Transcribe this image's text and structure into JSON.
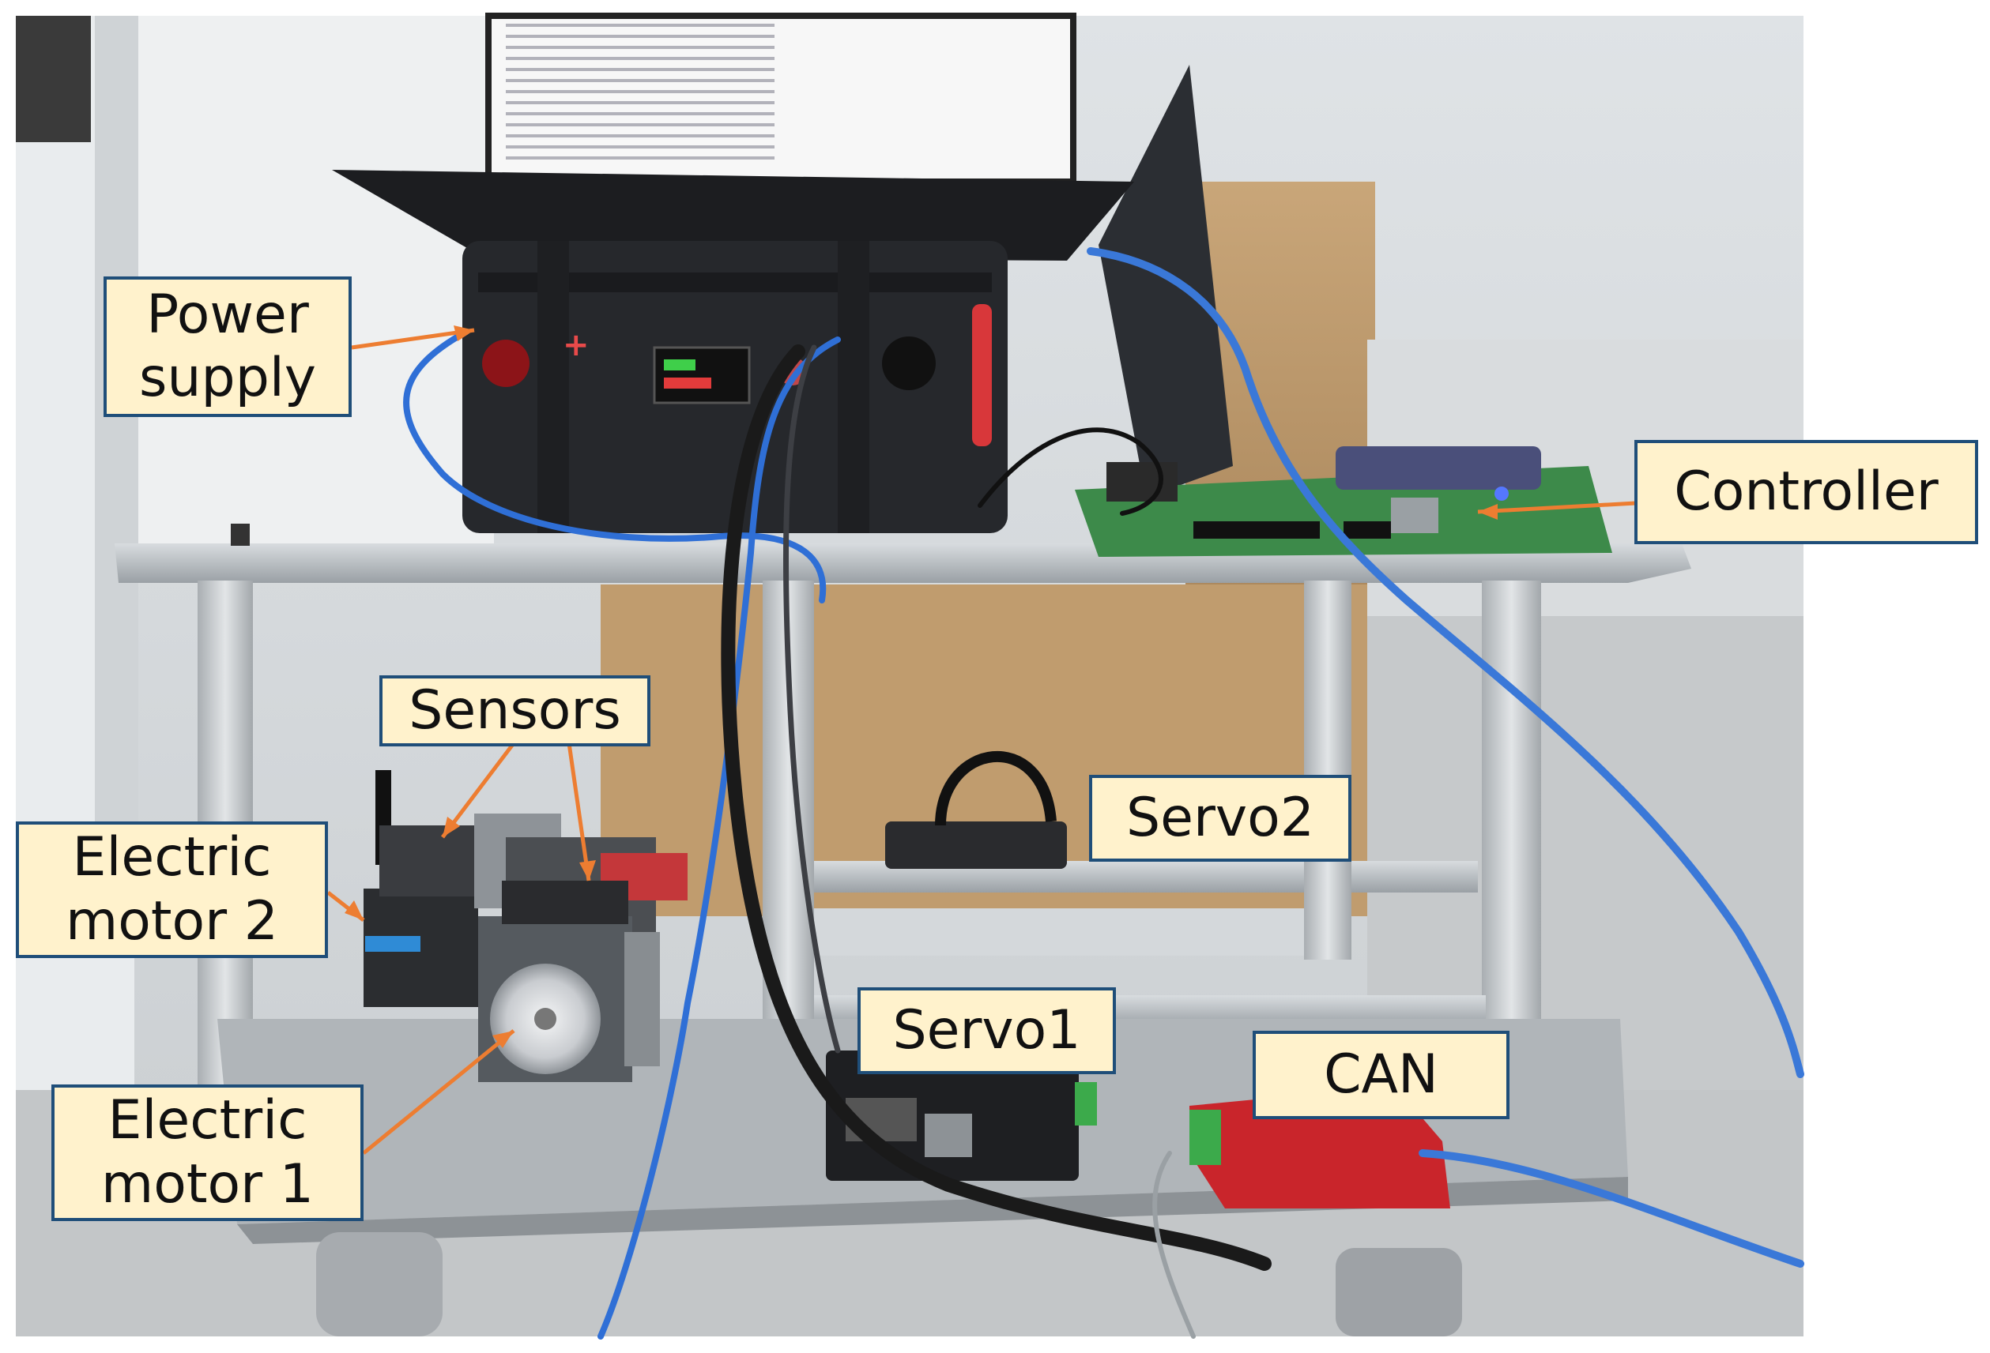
{
  "colors": {
    "callout_fill": "#fff2cc",
    "callout_border": "#1f4e79",
    "arrow": "#ed7d31"
  },
  "callouts": {
    "power_supply": [
      "Power",
      "supply"
    ],
    "controller": "Controller",
    "sensors": "Sensors",
    "servo2": "Servo2",
    "electric_motor_2": [
      "Electric",
      "motor 2"
    ],
    "servo1": "Servo1",
    "can": "CAN",
    "electric_motor_1": [
      "Electric",
      "motor 1"
    ]
  }
}
